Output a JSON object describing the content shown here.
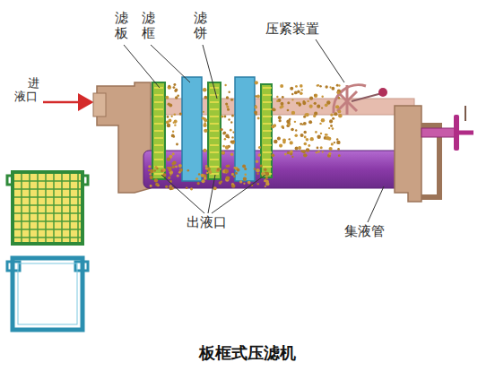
{
  "diagram": {
    "caption": "板框式压滤机",
    "labels": [
      "进液口",
      "滤板",
      "滤框",
      "滤饼",
      "压紧装置",
      "出液口",
      "集液管"
    ]
  }
}
